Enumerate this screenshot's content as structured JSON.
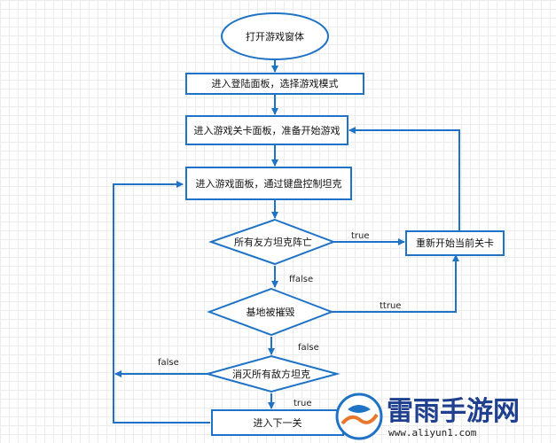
{
  "nodes": {
    "start": "打开游戏窗体",
    "login": "进入登陆面板，选择游戏模式",
    "level_select": "进入游戏关卡面板，准备开始游戏",
    "game_panel": "进入游戏面板，通过键盘控制坦克",
    "restart": "重新开始当前关卡",
    "allies_dead": "所有友方坦克阵亡",
    "base_destroyed": "基地被摧毁",
    "enemies_dead": "消灭所有敌方坦克",
    "next_level": "进入下一关"
  },
  "edge_labels": {
    "allies_true": "true",
    "allies_false": "ffalse",
    "base_true": "ttrue",
    "base_false": "false",
    "enemies_false": "false",
    "enemies_true": "true"
  },
  "watermark": {
    "brand": "雷雨手游网",
    "url": "www.aliyun1.com"
  },
  "colors": {
    "stroke": "#1f73c7",
    "fill": "#ffffff"
  }
}
